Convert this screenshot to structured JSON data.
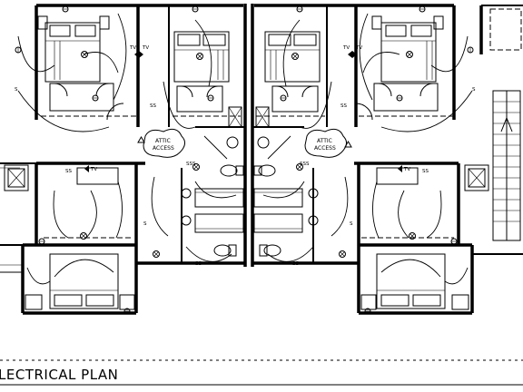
{
  "drawing": {
    "title": "LECTRICAL PLAN"
  },
  "attic_access": {
    "left_line1": "ATTIC",
    "left_line2": "ACCESS",
    "right_line1": "ATTIC",
    "right_line2": "ACCESS"
  },
  "symbols": {
    "tv_label": "TV",
    "switch_label": "S",
    "double_switch_label": "SS",
    "triple_switch_label": "SSS"
  }
}
